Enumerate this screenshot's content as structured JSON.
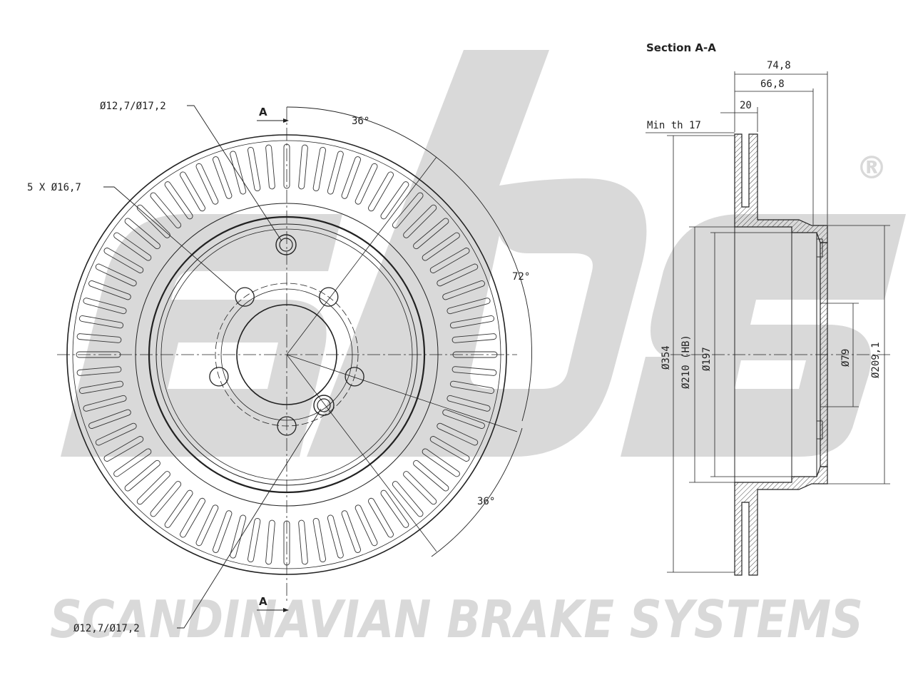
{
  "watermark": {
    "brand_mark": "sbs",
    "registered_symbol": "®",
    "company_name": "SCANDINAVIAN BRAKE SYSTEMS",
    "color": "#d9d9d9"
  },
  "front_view": {
    "section_marker_top": "A",
    "section_marker_bottom": "A",
    "hole_callout_top": "Ø12,7/Ø17,2",
    "hole_callout_bottom": "Ø12,7/Ø17,2",
    "bolt_holes_callout": "5 X Ø16,7",
    "angle_top": "36°",
    "angle_right": "72°",
    "angle_bottom": "36°",
    "bolt_hole_count": 5,
    "vent_slot_count": 72
  },
  "section_view": {
    "title": "Section A-A",
    "dim_total_width": "74,8",
    "dim_hat_width": "66,8",
    "dim_disc_thickness": "20",
    "min_thickness": "Min th 17",
    "dim_outer_diameter": "Ø354",
    "dim_hb_diameter": "Ø210 (HB)",
    "dim_inner_diameter": "Ø197",
    "dim_center_bore": "Ø79",
    "dim_hat_outer": "Ø209,1"
  }
}
